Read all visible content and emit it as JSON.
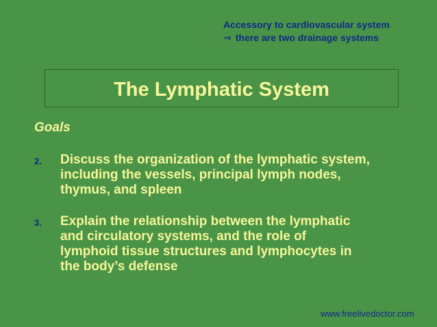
{
  "note": {
    "line1": "Accessory to cardiovascular system",
    "arrow": "⇒",
    "line2": "there are two drainage systems"
  },
  "title": "The Lymphatic System",
  "goals_label": "Goals",
  "items": [
    {
      "number": "2.",
      "lines": [
        "Discuss the organization of the lymphatic system,",
        "including the vessels, principal lymph nodes,",
        "thymus, and spleen"
      ]
    },
    {
      "number": "3.",
      "lines": [
        "Explain the relationship between the lymphatic",
        "and circulatory systems, and  the role of",
        "lymphoid tissue structures and lymphocytes in",
        "the body’s defense"
      ]
    }
  ],
  "footer": "www.freelivedoctor.com",
  "colors": {
    "background": "#4a9448",
    "accent_text": "#f7f79a",
    "note_text": "#0d2a86"
  }
}
